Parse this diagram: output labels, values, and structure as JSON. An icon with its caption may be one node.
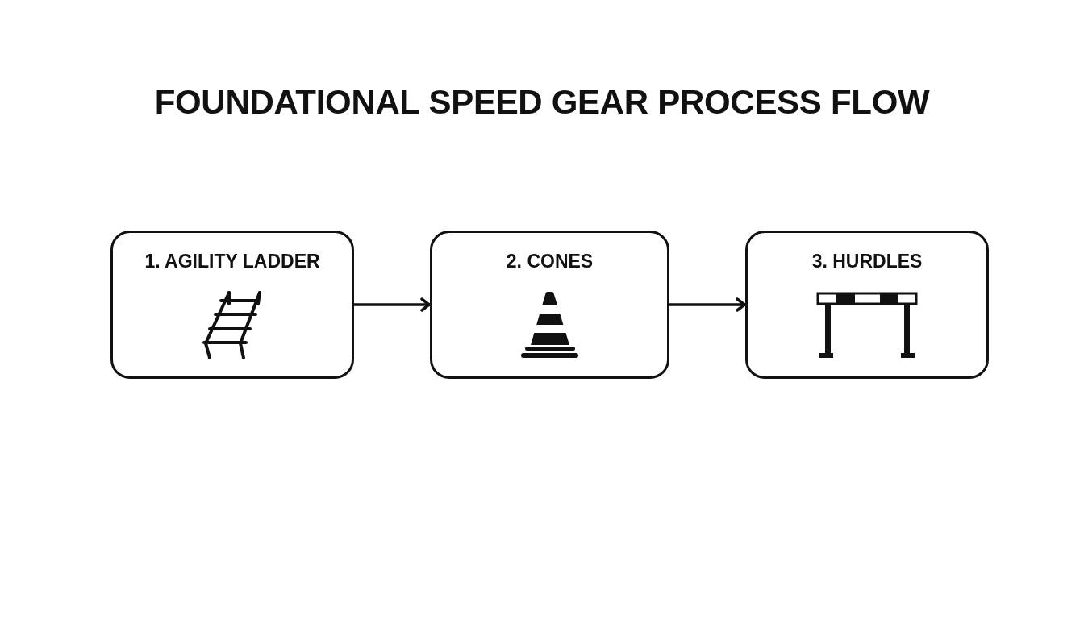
{
  "diagram": {
    "title": "FOUNDATIONAL SPEED GEAR PROCESS FLOW",
    "nodes": [
      {
        "text": [
          "1. AGILITY LADDER"
        ]
      },
      {
        "text": [
          "2. CONES"
        ]
      },
      {
        "text": [
          "3. HURDLES"
        ]
      }
    ],
    "edges": [
      {
        "from": 0,
        "to": 1,
        "arrow": "to"
      },
      {
        "from": 1,
        "to": 2,
        "arrow": "to"
      }
    ]
  }
}
